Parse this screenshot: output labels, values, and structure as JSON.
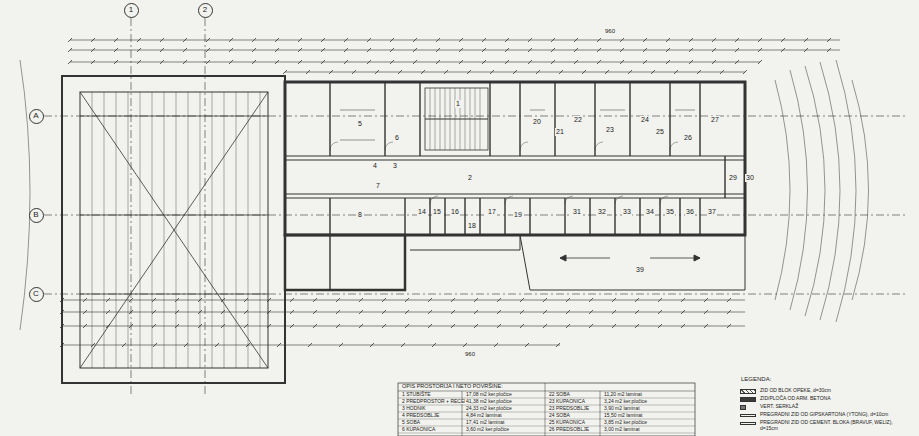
{
  "diagram": {
    "nodes": [
      {
        "text": [
          "1"
        ]
      },
      {
        "text": [
          "2"
        ]
      },
      {
        "text": [
          "A"
        ]
      },
      {
        "text": [
          "B"
        ]
      },
      {
        "text": [
          "C"
        ]
      }
    ],
    "labels": [
      "OPIS PROSTORIJA I NETO POVRŠINE:",
      "1 STUBIŠTE",
      "17,08 m2 ker.pločice",
      "2 PREDPROSTOR + RECEPCIJA",
      "41,38 m2 ker.pločice",
      "3 HODNIK",
      "24,33 m2 ker.pločice",
      "4 PREDSOBLJE",
      "4,84 m2 laminat",
      "5 SOBA",
      "17,41 m2 laminat",
      "6 KUPAONICA",
      "3,60 m2 ker.pločice",
      "22 SOBA",
      "11,20 m2 laminat",
      "23 KUPAONICA",
      "3,24 m2 ker.pločice",
      "23 PREDSOBLJE",
      "3,90 m2 laminat",
      "24 SOBA",
      "15,50 m2 laminat",
      "25 KUPAONICA",
      "3,85 m2 ker.pločice",
      "26 PREDSOBLJE",
      "3,00 m2 laminat",
      "LEGENDA:",
      "1",
      "2",
      "3",
      "4",
      "5",
      "6",
      "20",
      "21",
      "22",
      "23",
      "24",
      "25",
      "26",
      "27",
      "29",
      "30",
      "7",
      "8",
      "14",
      "15",
      "16",
      "17",
      "18",
      "19",
      "31",
      "32",
      "33",
      "34",
      "35",
      "36",
      "37",
      "39",
      "960",
      "960"
    ],
    "legend": [
      {
        "text": "ZID OD BLOK OPEKE, d=30cm"
      },
      {
        "text": "ZID/PLOČA OD ARM. BETONA",
        "color": "#3a3a3a"
      },
      {
        "text": "VERT. SERKLAŽ"
      },
      {
        "text": "PREGRADNI ZID OD GIPSKARTONA (YTONG), d=10cm"
      },
      {
        "text": "PREGRADNI ZID OD CEMENT. BLOKA (BRAVUF, WELIZ), d=15cm"
      }
    ]
  }
}
